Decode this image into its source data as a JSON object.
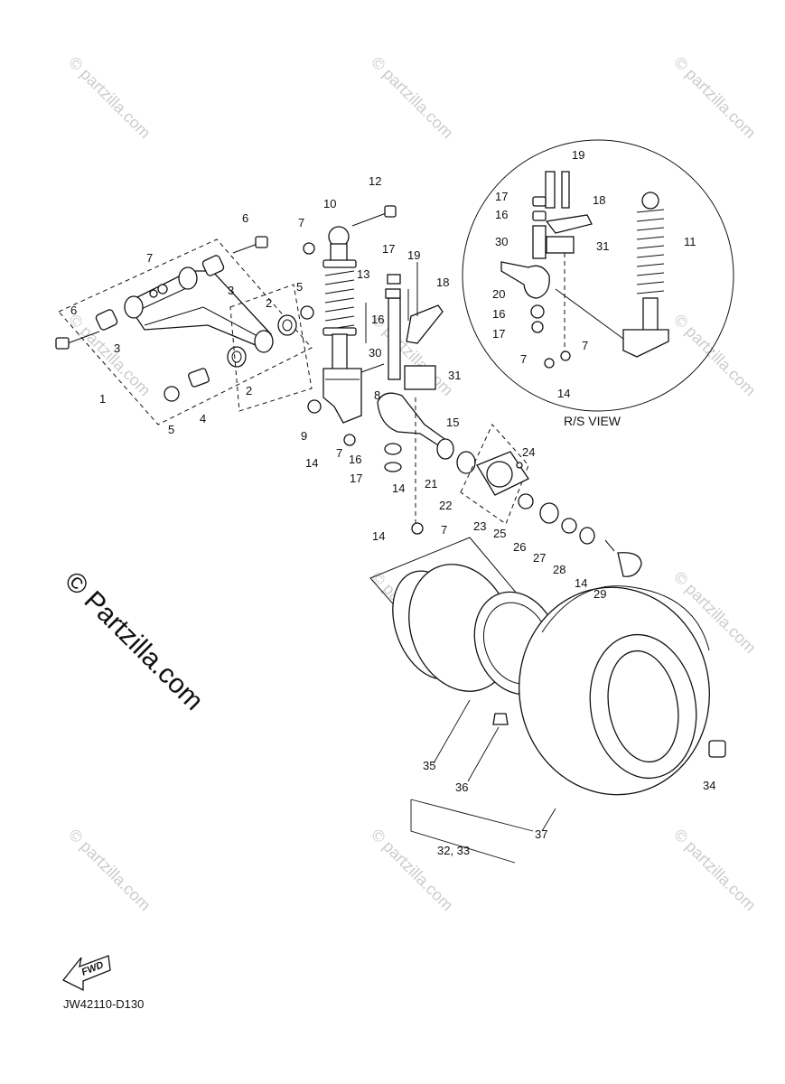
{
  "watermark": {
    "text": "© Partzilla.com",
    "small_text": "© partzilla.com"
  },
  "inset": {
    "caption": "R/S VIEW"
  },
  "drawing_code": "JW42110-D130",
  "fwd_label": "FWD",
  "callouts": {
    "c1": "1",
    "c2a": "2",
    "c2b": "2",
    "c3a": "3",
    "c3b": "3",
    "c4": "4",
    "c5a": "5",
    "c5b": "5",
    "c6a": "6",
    "c6b": "6",
    "c7a": "7",
    "c7b": "7",
    "c7c": "7",
    "c7d": "7",
    "c8": "8",
    "c9": "9",
    "c10": "10",
    "c12": "12",
    "c13": "13",
    "c14a": "14",
    "c14b": "14",
    "c14c": "14",
    "c14d": "14",
    "c15": "15",
    "c16a": "16",
    "c16b": "16",
    "c17a": "17",
    "c17b": "17",
    "c18": "18",
    "c19": "19",
    "c21": "21",
    "c22": "22",
    "c23": "23",
    "c24": "24",
    "c25": "25",
    "c26": "26",
    "c27": "27",
    "c28": "28",
    "c29": "29",
    "c30": "30",
    "c31": "31",
    "c3233": "32, 33",
    "c34": "34",
    "c35": "35",
    "c36": "36",
    "c37": "37",
    "i11": "11",
    "i14": "14",
    "i16a": "16",
    "i16b": "16",
    "i17a": "17",
    "i17b": "17",
    "i18": "18",
    "i19": "19",
    "i20": "20",
    "i30": "30",
    "i31": "31",
    "i7a": "7",
    "i7b": "7"
  }
}
